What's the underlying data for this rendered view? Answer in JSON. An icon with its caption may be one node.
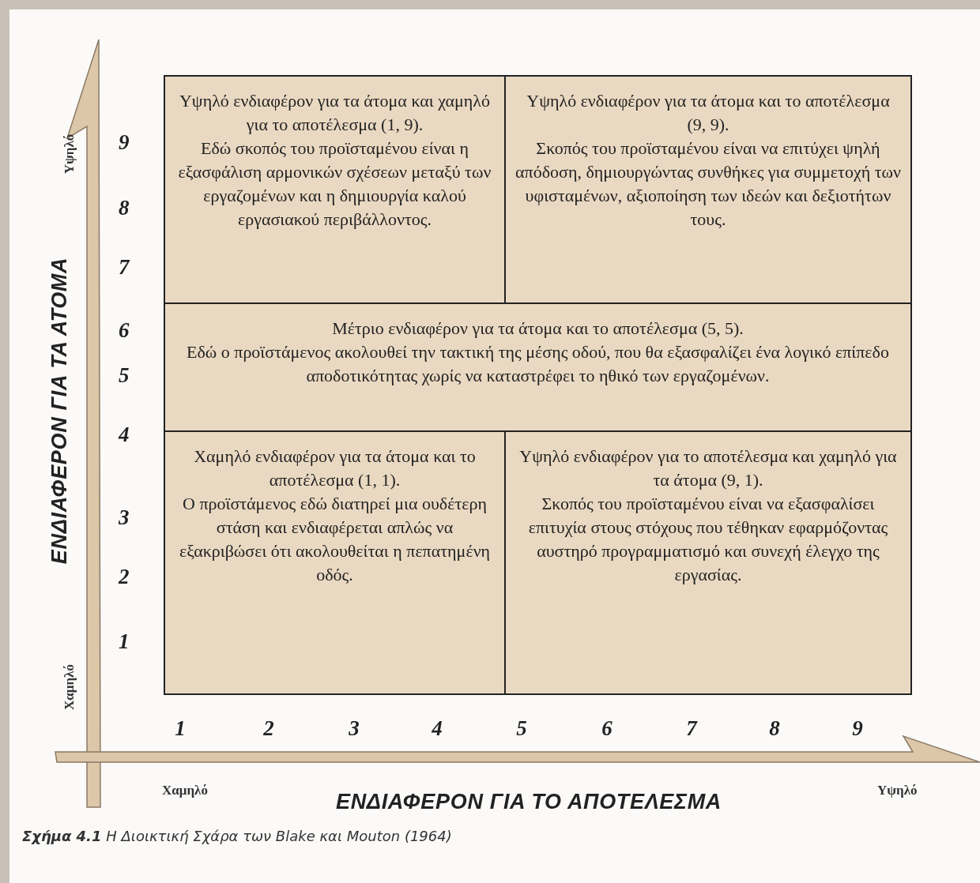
{
  "diagram": {
    "caption": "**Σχήμα 4.1** Η Διοικτική Σχάρα των Blake και Mouton (1964)",
    "nodes": [
      {
        "text": [
          "Υψηλό ενδιαφέρον για τα άτομα και χαμηλό για το αποτέλεσμα (1, 9).",
          "Εδώ σκοπός του προϊσταμένου είναι η εξασφάλιση αρμονικών σχέσεων μεταξύ των εργαζομένων και η δημιουργία καλού εργασιακού περιβάλλοντος."
        ]
      },
      {
        "text": [
          "Υψηλό ενδιαφέρον για τα άτομα και το αποτέλεσμα (9, 9).",
          "Σκοπός του προϊσταμένου είναι να επιτύχει ψηλή απόδοση, δημιουργώντας συνθήκες για συμμετοχή των υφισταμένων, αξιοποίηση των ιδεών και δεξιοτήτων τους."
        ]
      },
      {
        "text": [
          "Μέτριο ενδιαφέρον για τα άτομα και το αποτέλεσμα (5, 5).",
          "Εδώ ο προϊστάμενος ακολουθεί την τακτική της μέσης οδού, που θα εξασφαλίζει ένα λογικό επίπεδο αποδοτικότητας χωρίς να καταστρέφει το ηθικό των εργαζομένων."
        ]
      },
      {
        "text": [
          "Χαμηλό ενδιαφέρον για τα άτομα και το αποτέλεσμα (1, 1).",
          "Ο προϊστάμενος εδώ διατηρεί μια ουδέτερη στάση και ενδιαφέρεται απλώς να εξακριβώσει ότι ακολουθείται η πεπατημένη οδός."
        ]
      },
      {
        "text": [
          "Υψηλό ενδιαφέρον για το αποτέλεσμα και χαμηλό για τα άτομα (9, 1).",
          "Σκοπός του προϊσταμένου είναι να εξασφαλίσει επιτυχία στους στόχους που τέθηκαν εφαρμόζοντας αυστηρό προγραμματισμό και συνεχή έλεγχο της εργασίας."
        ]
      }
    ],
    "labels": [
      "ΕΝΔΙΑΦΕΡΟΝ ΓΙΑ ΤΑ ΑΤΟΜΑ",
      "Υψηλό",
      "Χαμηλό",
      "9",
      "8",
      "7",
      "6",
      "5",
      "4",
      "3",
      "2",
      "1",
      "1",
      "2",
      "3",
      "4",
      "5",
      "6",
      "7",
      "8",
      "9",
      "Χαμηλό",
      "Υψηλό",
      "ΕΝΔΙΑΦΕΡΟΝ ΓΙΑ ΤΟ ΑΠΟΤΕΛΕΣΜΑ"
    ]
  }
}
